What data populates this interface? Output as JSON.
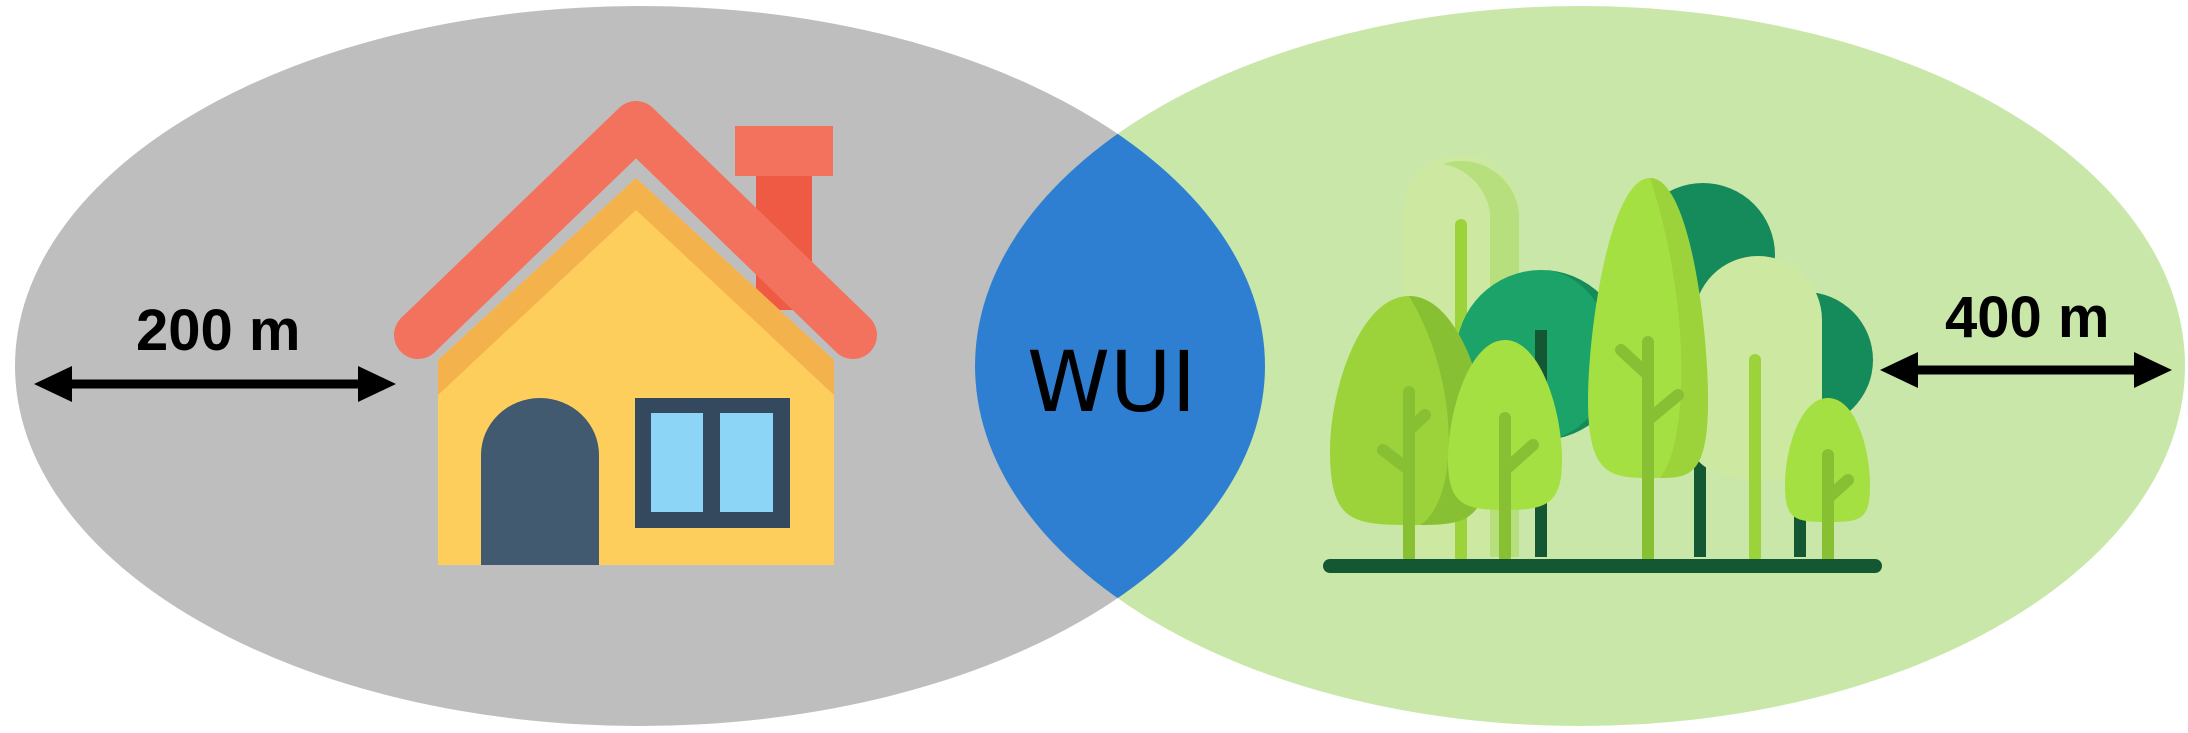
{
  "diagram": {
    "left_distance_label": "200 m",
    "center_label": "WUI",
    "right_distance_label": "400 m"
  },
  "colors": {
    "urban_zone": "#bebebe",
    "wildland_zone": "#c9e7a9",
    "interface_zone": "#2e7fd1",
    "house_wall": "#fece5d",
    "house_roof": "#f2725d",
    "chimney": "#ee5a44",
    "door": "#415a70",
    "window_frame": "#34495e",
    "window_glass": "#8dd5f6",
    "tree_light": "#9cd33b",
    "tree_pale": "#cde8a0",
    "tree_dark": "#158a5a",
    "ground": "#145833",
    "arrow": "#000000"
  },
  "icons": {
    "urban": "house-icon",
    "wildland": "forest-icon"
  }
}
